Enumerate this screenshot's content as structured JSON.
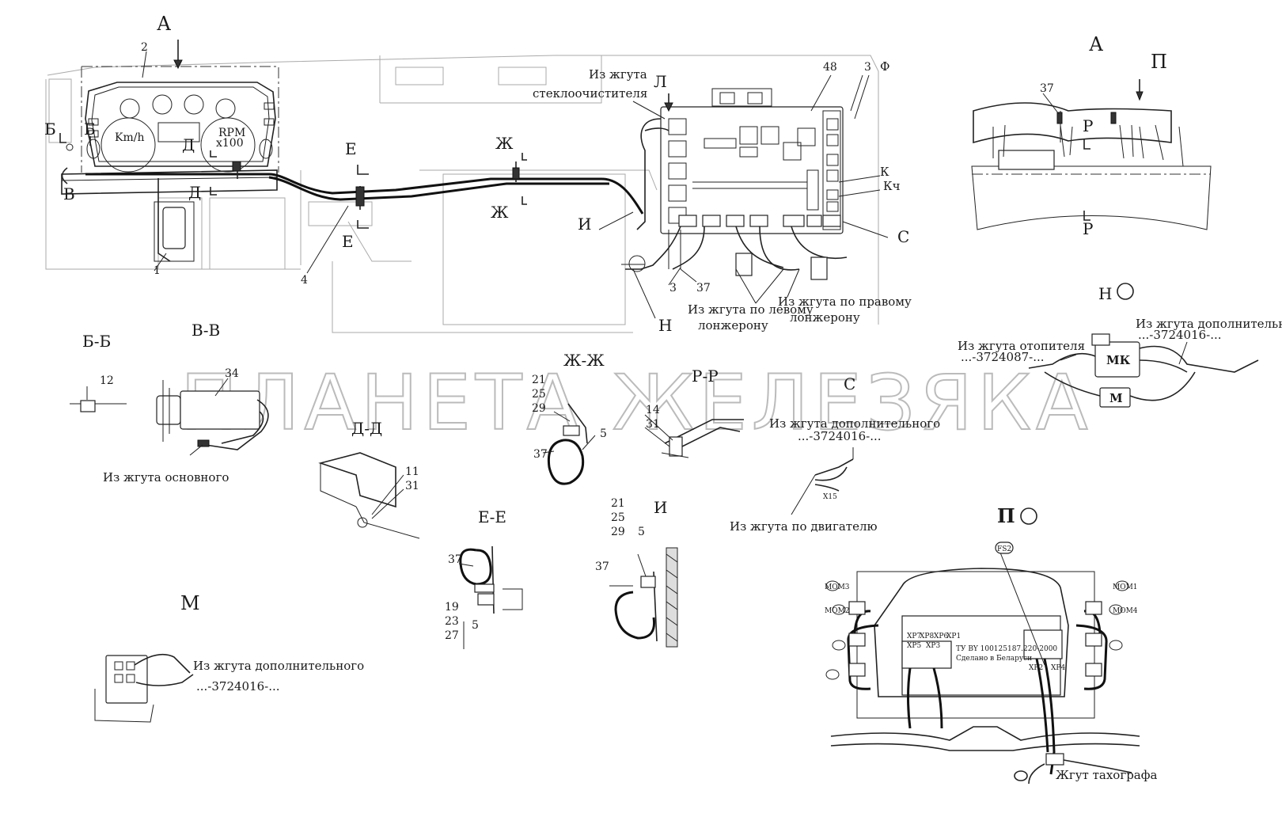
{
  "watermark": "ПЛАНЕТА ЖЕЛЕЗЯКА",
  "gauges": {
    "speed_unit": "Km/h",
    "rpm_unit": "RPM",
    "rpm_mult": "x100"
  },
  "labels": {
    "view_a": "А",
    "view_a_right": "А",
    "view_p_top": "П",
    "section_b_mark": "Б",
    "section_b_mark2": "Б",
    "section_v_mark": "В",
    "section_d_mark": "Д",
    "section_d_mark2": "Д",
    "section_e_mark": "Е",
    "section_e_mark2": "Е",
    "section_zh_mark": "Ж",
    "section_zh_mark2": "Ж",
    "view_l_mark": "Л",
    "view_i_mark": "И",
    "view_k_mark": "К",
    "view_kch_mark": "Кч",
    "view_s_mark": "С",
    "view_f_mark": "Ф",
    "view_n_mark": "Н",
    "section_r_mark": "Р",
    "section_r_mark2": "Р",
    "view_n_right": "Н",
    "sec_bb": "Б-Б",
    "sec_vv": "В-В",
    "sec_zhzh": "Ж-Ж",
    "sec_rr": "Р-Р",
    "view_s_detail": "С",
    "sec_dd": "Д-Д",
    "sec_ee": "Е-Е",
    "view_i_detail": "И",
    "view_m_detail": "М",
    "view_p_detail": "П"
  },
  "callouts": {
    "n2": "2",
    "n48": "48",
    "n3a": "3",
    "n1": "1",
    "n4": "4",
    "n3b": "3",
    "n37a": "37",
    "n37r": "37",
    "n12": "12",
    "n34": "34",
    "n21a": "21",
    "n25a": "25",
    "n29a": "29",
    "n37b": "37",
    "n5a": "5",
    "n14": "14",
    "n31a": "31",
    "n11": "11",
    "n31b": "31",
    "n37c": "37",
    "n19": "19",
    "n23": "23",
    "n27": "27",
    "n5b": "5",
    "n21b": "21",
    "n25b": "25",
    "n29b": "29",
    "n5c": "5",
    "n37d": "37"
  },
  "notes": {
    "from_wiper_1": "Из жгута",
    "from_wiper_2": "стеклоочистителя",
    "from_left_1": "Из жгута по левому",
    "from_left_2": "лонжерону",
    "from_right_1": "Из жгута по правому",
    "from_right_2": "лонжерону",
    "from_heater_1": "Из жгута отопителя",
    "from_heater_2": "...-3724087-...",
    "from_add_1": "Из жгута дополнительного",
    "from_add_2": "...-3724016-...",
    "from_main": "Из жгута основного",
    "from_add_s1": "Из жгута дополнительного",
    "from_add_s2": "...-3724016-...",
    "from_engine": "Из жгута по двигателю",
    "from_add_m1": "Из жгута дополнительного",
    "from_add_m2": "...-3724016-...",
    "tacho_harness": "Жгут тахографа"
  },
  "connectors": {
    "mk": "МК",
    "m": "М",
    "x15": "X15",
    "fs2": "FS2",
    "mom3": "MOM3",
    "mom2": "MOM2",
    "mom1": "MOM1",
    "mom4": "MOM4",
    "xp1": "XP1",
    "xp2": "XP2",
    "xp3": "XP3",
    "xp4": "XP4",
    "xp5": "XP5",
    "xp6": "XP6",
    "xp7": "XP7",
    "xp8": "XP8",
    "plate1": "ТУ BY 100125187.220-2000",
    "plate2": "Сделано в Беларуси"
  }
}
